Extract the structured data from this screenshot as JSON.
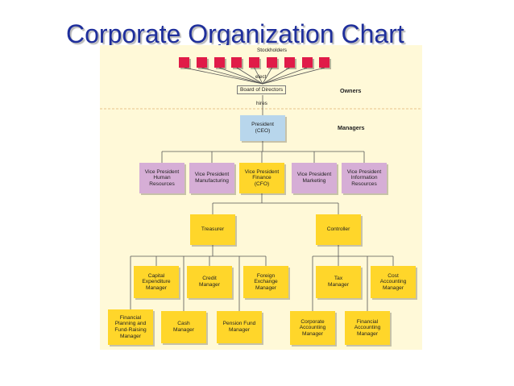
{
  "title": "Corporate Organization Chart",
  "labels": {
    "stockholders": "Stockholders",
    "elect": "elect",
    "board": "Board of Directors",
    "hires": "hires",
    "owners": "Owners",
    "managers": "Managers"
  },
  "president": "President\n(CEO)",
  "vice_presidents": [
    "Vice President\nHuman\nResources",
    "Vice President\nManufacturing",
    "Vice President\nFinance\n(CFO)",
    "Vice President\nMarketing",
    "Vice President\nInformation\nResources"
  ],
  "finance_heads": [
    "Treasurer",
    "Controller"
  ],
  "treasurer_reports": [
    "Capital\nExpenditure\nManager",
    "Credit\nManager",
    "Foreign\nExchange\nManager",
    "Financial\nPlanning and\nFund-Raising\nManager",
    "Cash\nManager",
    "Pension Fund\nManager"
  ],
  "controller_reports": [
    "Tax\nManager",
    "Cost\nAccounting\nManager",
    "Corporate\nAccounting\nManager",
    "Financial\nAccounting\nManager"
  ],
  "stockholder_count": 9,
  "colors": {
    "title": "#1f2f9c",
    "panel": "#fff9d8",
    "stockholder": "#e01b48",
    "president": "#b8d6ec",
    "vice_president": "#d6aed6",
    "manager": "#ffd62a",
    "divider": "#e0b070"
  }
}
